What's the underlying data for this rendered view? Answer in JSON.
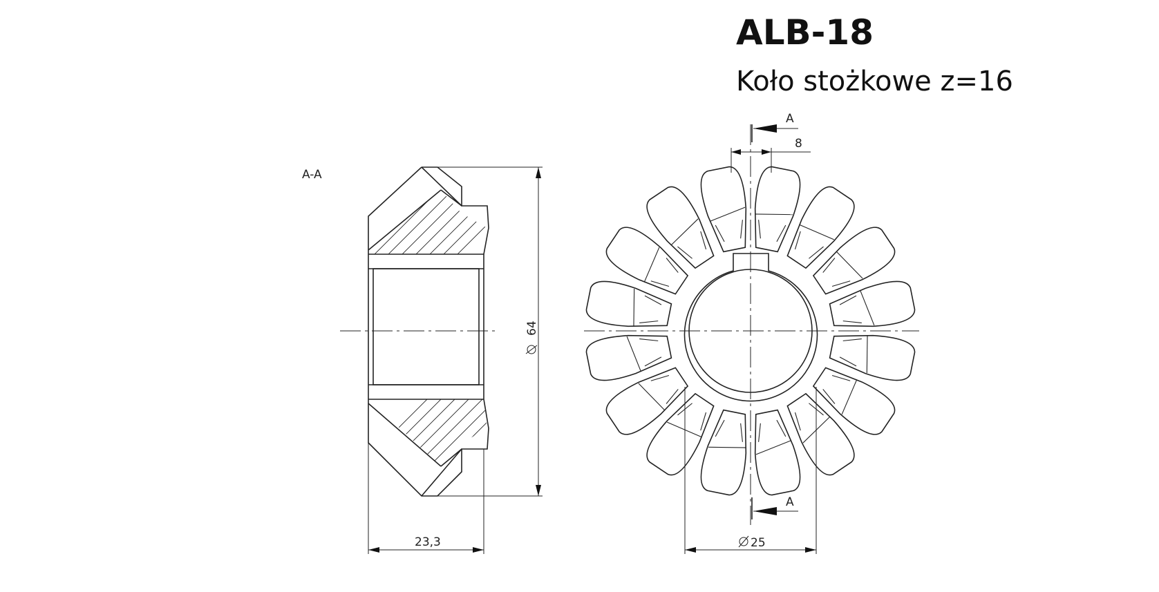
{
  "title": "ALB-18",
  "subtitle": "Koło stożkowe z=16",
  "section_label": "A-A",
  "dimensions": {
    "outer_diameter": "64",
    "width": "23,3",
    "bore_diameter": "25",
    "keyway_width": "8"
  },
  "section_marks": [
    "A",
    "A"
  ],
  "teeth_count": 16
}
